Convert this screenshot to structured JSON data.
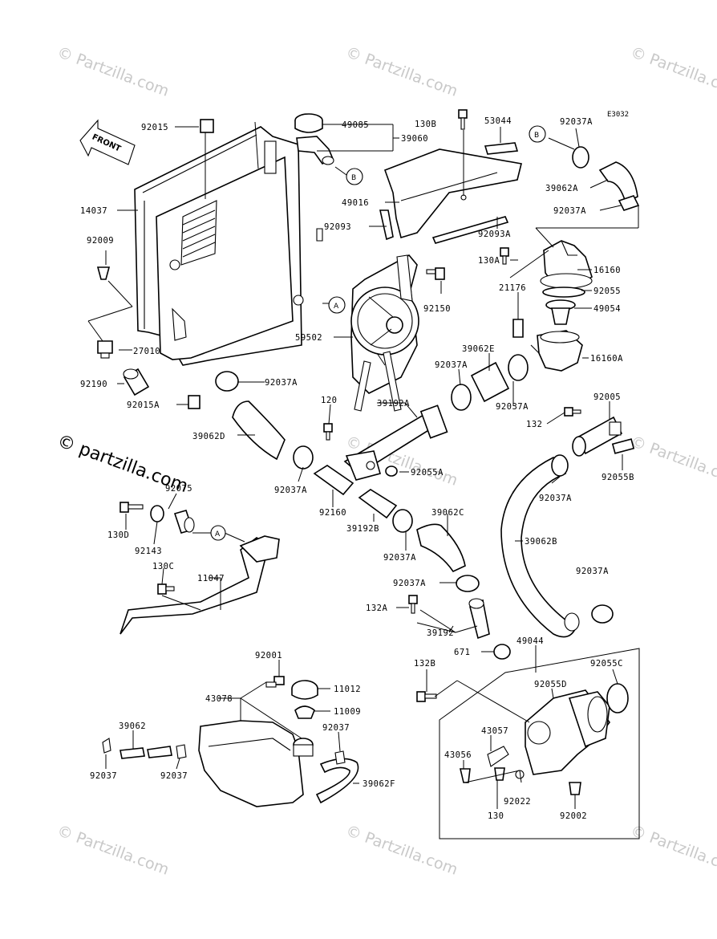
{
  "ref_code": "E3032",
  "front_label": "FRONT",
  "callouts": {
    "a": "A",
    "b": "B"
  },
  "watermark": {
    "text": "© Partzilla.com",
    "text_lower": "© partzilla.com"
  },
  "parts": {
    "p92015": "92015",
    "p14037": "14037",
    "p92009": "92009",
    "p27010": "27010",
    "p92190": "92190",
    "p92015A": "92015A",
    "p92037A_1": "92037A",
    "p39062D": "39062D",
    "p49085": "49085",
    "p39060": "39060",
    "p130B": "130B",
    "p53044": "53044",
    "p92037A_top": "92037A",
    "p39062A": "39062A",
    "p92037A_2": "92037A",
    "p49016": "49016",
    "p92093": "92093",
    "p92093A": "92093A",
    "p130A": "130A",
    "p16160": "16160",
    "p92055": "92055",
    "p21176": "21176",
    "p49054": "49054",
    "p16160A": "16160A",
    "p59502": "59502",
    "p92150": "92150",
    "p39062E": "39062E",
    "p92037A_3": "92037A",
    "p92037A_4": "92037A",
    "p120": "120",
    "p39192A": "39192A",
    "p92005": "92005",
    "p132": "132",
    "p92055B": "92055B",
    "p92055A": "92055A",
    "p92037A_5": "92037A",
    "p92037A_6": "92037A",
    "p92160": "92160",
    "p39192B": "39192B",
    "p39062C": "39062C",
    "p92037A_7": "92037A",
    "p39062B": "39062B",
    "p92075": "92075",
    "p130D": "130D",
    "p92143": "92143",
    "p130C": "130C",
    "p11047": "11047",
    "p92037A_8": "92037A",
    "p92037A_9": "92037A",
    "p132A": "132A",
    "p39192": "39192",
    "p671": "671",
    "p49044": "49044",
    "p92001": "92001",
    "p11012": "11012",
    "p11009": "11009",
    "p43078": "43078",
    "p39062": "39062",
    "p92037_a": "92037",
    "p92037_b": "92037",
    "p92037_c": "92037",
    "p39062F": "39062F",
    "p132B": "132B",
    "p92055C": "92055C",
    "p92055D": "92055D",
    "p43057": "43057",
    "p43056": "43056",
    "p92022": "92022",
    "p130": "130",
    "p92002": "92002"
  }
}
